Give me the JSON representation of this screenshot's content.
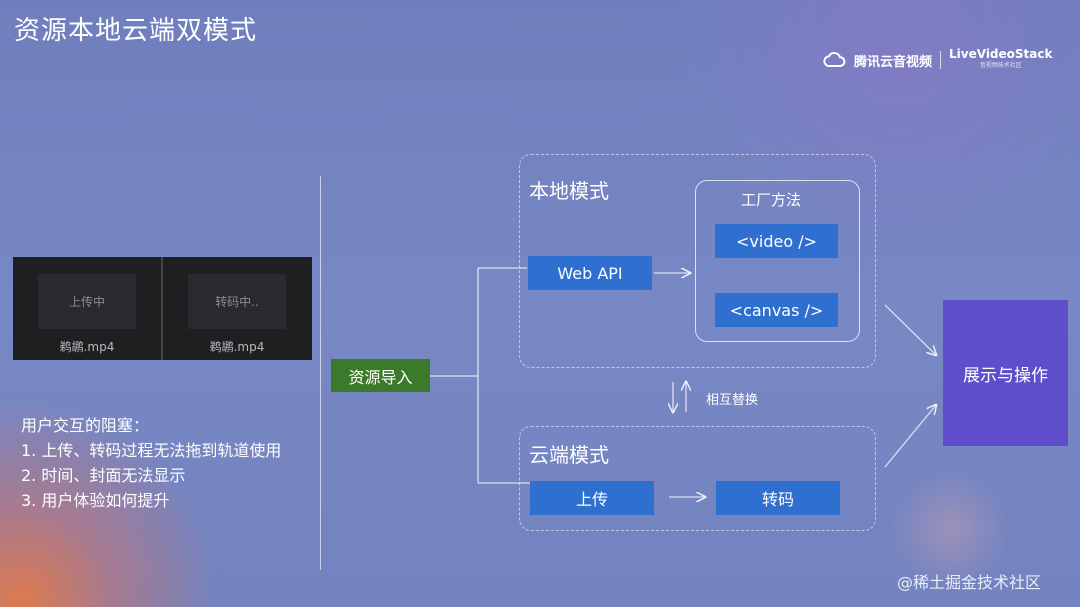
{
  "title": "资源本地云端双模式",
  "brand": {
    "tencent": "腾讯云音视频",
    "lvs_main": "LiveVideoStack",
    "lvs_sub": "音视频技术社区"
  },
  "thumbnails": [
    {
      "status": "上传中",
      "filename": "鹈鹕.mp4"
    },
    {
      "status": "转码中..",
      "filename": "鹈鹕.mp4"
    }
  ],
  "notes": {
    "heading": "用户交互的阻塞：",
    "items": [
      "1. 上传、转码过程无法拖到轨道使用",
      "2. 时间、封面无法显示",
      "3. 用户体验如何提升"
    ]
  },
  "import_button": "资源导入",
  "local_mode": {
    "title": "本地模式",
    "web_api": "Web API",
    "factory": {
      "title": "工厂方法",
      "video": "<video />",
      "canvas": "<canvas />"
    }
  },
  "swap_label": "相互替换",
  "cloud_mode": {
    "title": "云端模式",
    "upload": "上传",
    "transcode": "转码"
  },
  "display": "展示与操作",
  "watermark": "@稀土掘金技术社区",
  "colors": {
    "green": "#3c7a2b",
    "blue": "#2f6fd0",
    "purple": "#5f4ecb"
  }
}
